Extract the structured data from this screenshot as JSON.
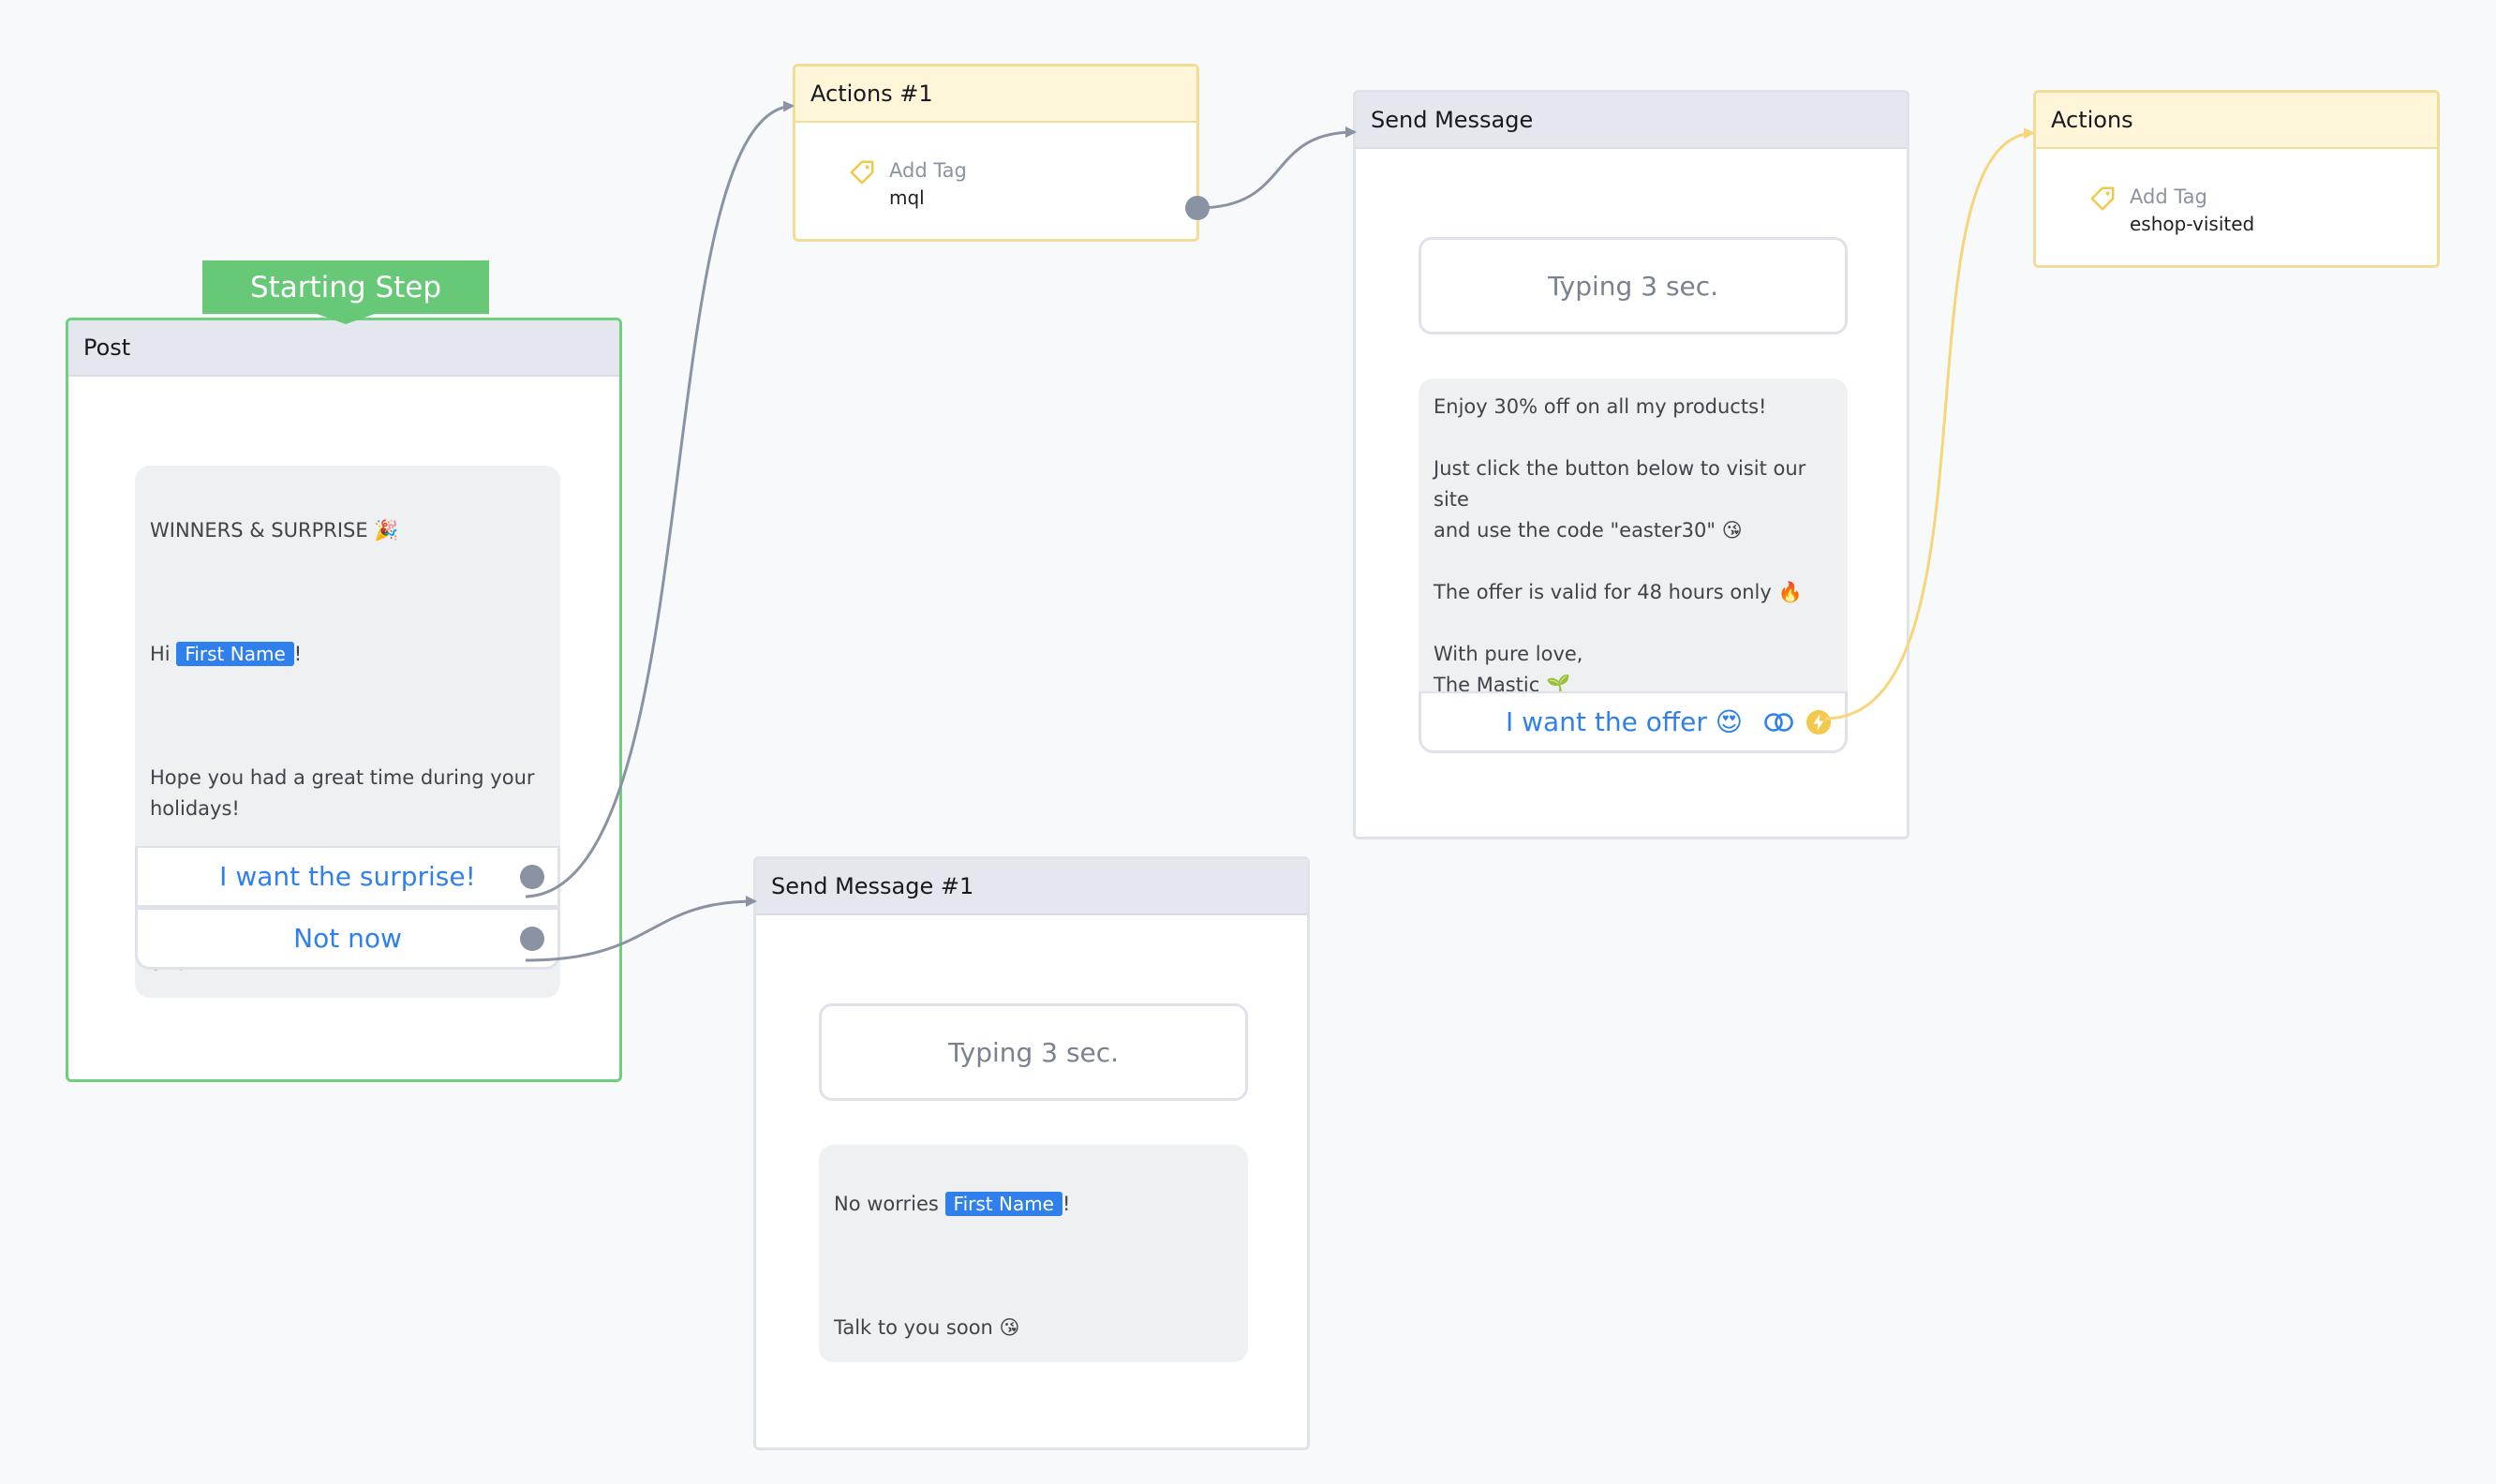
{
  "starting_step": {
    "label": "Starting Step"
  },
  "post": {
    "title": "Post",
    "message": {
      "line1": "WINNERS & SURPRISE 🎉",
      "greeting_prefix": "Hi ",
      "chip": "First Name",
      "greeting_suffix": "!",
      "body": "Hope you had a great time during your\nholidays!\n\nThe giveaway winners are Eddard Stark,\nSansa, Arya, Bran, Rickon and Jon Snow!\n\n👉You didn't win, but I have a surprise for\nyou 😍"
    },
    "buttons": [
      "I want the surprise!",
      "Not now"
    ]
  },
  "actions1": {
    "title": "Actions #1",
    "tag_label": "Add Tag",
    "tag_value": "mql"
  },
  "send_message": {
    "title": "Send Message",
    "typing": "Typing 3 sec.",
    "message": "Enjoy 30% off on all my products!\n\nJust click the button below to visit our site\nand use the code \"easter30\" 😘\n\nThe offer is valid for 48 hours only 🔥\n\nWith pure love,\nThe Mastic 🌱",
    "button": "I want the offer 😍"
  },
  "actions2": {
    "title": "Actions",
    "tag_label": "Add Tag",
    "tag_value": "eshop-visited"
  },
  "send_message1": {
    "title": "Send Message #1",
    "typing": "Typing 3 sec.",
    "message": {
      "prefix": "No worries ",
      "chip": "First Name",
      "suffix": "!",
      "body": "Talk to you soon 😘\n\nPS. In case you don't want to hear from my\nanymore, just write \"STOP\""
    }
  },
  "colors": {
    "link_blue": "#2f80ed",
    "connector_gray": "#8a93a3",
    "connector_yellow": "#f7d57a",
    "start_green": "#67c878",
    "action_yellow": "#f1dd97"
  }
}
